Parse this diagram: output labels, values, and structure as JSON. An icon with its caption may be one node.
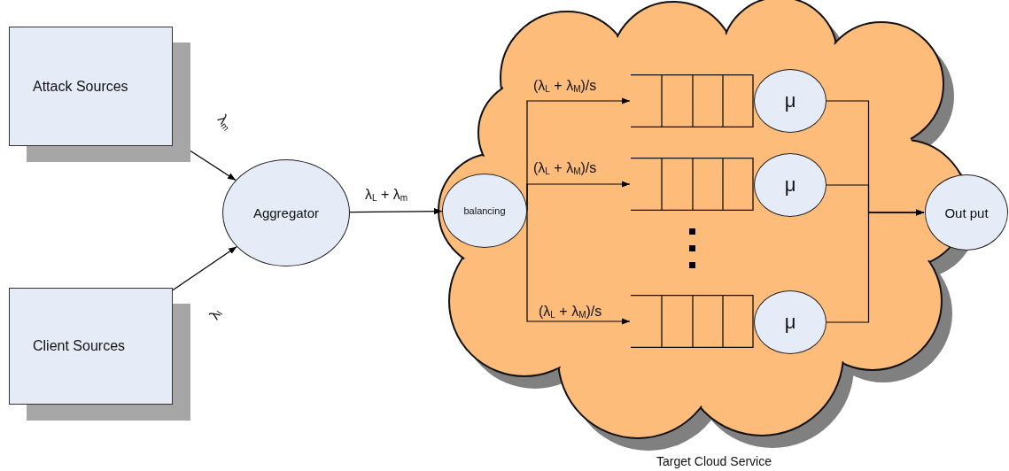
{
  "diagram": {
    "nodes": [
      {
        "text": [
          "Attack Sources"
        ]
      },
      {
        "text": [
          "Client  Sources"
        ]
      },
      {
        "text": [
          "Aggregator"
        ]
      },
      {
        "text": [
          "Target Cloud Service"
        ]
      },
      {
        "text": [
          "balancing"
        ],
        "in": 3
      },
      {
        "text": [],
        "shape": "box",
        "in": 3
      },
      {
        "text": [],
        "shape": "box",
        "in": 3
      },
      {
        "text": [],
        "shape": "box",
        "in": 3
      },
      {
        "text": [
          "μ"
        ],
        "in": 3
      },
      {
        "text": [
          "μ"
        ],
        "in": 3
      },
      {
        "text": [
          "μ"
        ],
        "in": 3
      },
      {
        "text": [
          "Out put"
        ]
      }
    ],
    "edges": [
      {
        "from": 0,
        "to": 2,
        "arrow": "to",
        "label": "λ$_{m}$"
      },
      {
        "from": 1,
        "to": 2,
        "arrow": "to",
        "label": "λ$_{l}$"
      },
      {
        "from": 2,
        "to": 4,
        "arrow": "to",
        "label": "λ$_{L}$ + λ$_{m}$"
      },
      {
        "from": 4,
        "to": 5,
        "arrow": "to",
        "label": "(λ$_{L}$ + λ$_{M}$)/s"
      },
      {
        "from": 4,
        "to": 6,
        "arrow": "to",
        "label": "(λ$_{L}$ + λ$_{M}$)/s"
      },
      {
        "from": 4,
        "to": 7,
        "arrow": "to",
        "label": "(λ$_{L}$ + λ$_{M}$)/s"
      },
      {
        "from": 8,
        "to": 11,
        "arrow": "to"
      },
      {
        "from": 9,
        "to": 11,
        "arrow": "to"
      },
      {
        "from": 10,
        "to": 11,
        "arrow": "to"
      }
    ]
  }
}
